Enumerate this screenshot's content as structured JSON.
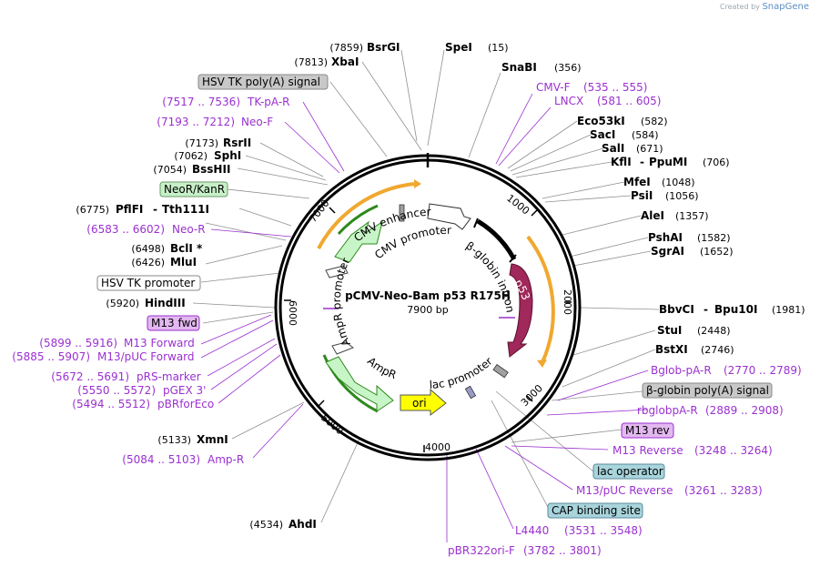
{
  "watermark": {
    "prefix": "Created by",
    "brand": "SnapGene"
  },
  "plasmid": {
    "name": "pCMV-Neo-Bam p53 R175H",
    "size": "7900 bp"
  },
  "ticks": [
    "1000",
    "2000",
    "3000",
    "4000",
    "5000",
    "6000",
    "7000"
  ],
  "sites": [
    {
      "name": "BsrGI",
      "pos": "(7859)"
    },
    {
      "name": "SpeI",
      "pos": "(15)"
    },
    {
      "name": "XbaI",
      "pos": "(7813)"
    },
    {
      "name": "SnaBI",
      "pos": "(356)"
    },
    {
      "name": "Eco53kI",
      "pos": "(582)"
    },
    {
      "name": "SacI",
      "pos": "(584)"
    },
    {
      "name": "SalI",
      "pos": "(671)"
    },
    {
      "name": "KflI",
      "sep": "-",
      "name2": "PpuMI",
      "pos": "(706)"
    },
    {
      "name": "MfeI",
      "pos": "(1048)"
    },
    {
      "name": "PsiI",
      "pos": "(1056)"
    },
    {
      "name": "AleI",
      "pos": "(1357)"
    },
    {
      "name": "PshAI",
      "pos": "(1582)"
    },
    {
      "name": "SgrAI",
      "pos": "(1652)"
    },
    {
      "name": "BbvCI",
      "sep": "-",
      "name2": "Bpu10I",
      "pos": "(1981)"
    },
    {
      "name": "StuI",
      "pos": "(2448)"
    },
    {
      "name": "BstXI",
      "pos": "(2746)"
    },
    {
      "name": "RsrII",
      "pos": "(7173)"
    },
    {
      "name": "SphI",
      "pos": "(7062)"
    },
    {
      "name": "BssHII",
      "pos": "(7054)"
    },
    {
      "name": "PflFI",
      "sep": "-",
      "name2": "Tth111I",
      "pos": "(6775)"
    },
    {
      "name": "BclI *",
      "pos": "(6498)"
    },
    {
      "name": "MluI",
      "pos": "(6426)"
    },
    {
      "name": "HindIII",
      "pos": "(5920)"
    },
    {
      "name": "XmnI",
      "pos": "(5133)"
    },
    {
      "name": "AhdI",
      "pos": "(4534)"
    }
  ],
  "primers": [
    {
      "name": "CMV-F",
      "range": "(535 .. 555)"
    },
    {
      "name": "LNCX",
      "range": "(581 .. 605)"
    },
    {
      "name": "TK-pA-R",
      "range": "(7517 .. 7536)"
    },
    {
      "name": "Neo-F",
      "range": "(7193 .. 7212)"
    },
    {
      "name": "Neo-R",
      "range": "(6583 .. 6602)"
    },
    {
      "name": "M13 Forward",
      "range": "(5899 .. 5916)"
    },
    {
      "name": "M13/pUC Forward",
      "range": "(5885 .. 5907)"
    },
    {
      "name": "pRS-marker",
      "range": "(5672 .. 5691)"
    },
    {
      "name": "pGEX 3'",
      "range": "(5550 .. 5572)"
    },
    {
      "name": "pBRforEco",
      "range": "(5494 .. 5512)"
    },
    {
      "name": "Amp-R",
      "range": "(5084 .. 5103)"
    },
    {
      "name": "Bglob-pA-R",
      "range": "(2770 .. 2789)"
    },
    {
      "name": "rbglobpA-R",
      "range": "(2889 .. 2908)"
    },
    {
      "name": "M13 Reverse",
      "range": "(3248 .. 3264)"
    },
    {
      "name": "M13/pUC Reverse",
      "range": "(3261 .. 3283)"
    },
    {
      "name": "L4440",
      "range": "(3531 .. 3548)"
    },
    {
      "name": "pBR322ori-F",
      "range": "(3782 .. 3801)"
    }
  ],
  "boxed": [
    {
      "label": "HSV TK poly(A) signal"
    },
    {
      "label": "NeoR/KanR"
    },
    {
      "label": "HSV TK promoter"
    },
    {
      "label": "M13 fwd"
    },
    {
      "label": "β-globin poly(A) signal"
    },
    {
      "label": "M13 rev"
    },
    {
      "label": "lac operator"
    },
    {
      "label": "CAP binding site"
    }
  ],
  "features": {
    "cmv_enhancer": "CMV enhancer",
    "cmv_promoter": "CMV promoter",
    "bglobin_intron": "β-globin intron",
    "p53": "p53",
    "lac_promoter": "lac promoter",
    "ori": "ori",
    "ampr": "AmpR",
    "ampr_promoter": "AmpR promoter"
  },
  "colors": {
    "primer": "#9b30d0",
    "neo_box": "#c8f0c8",
    "gray_box": "#c8c8c8",
    "blue_box": "#a8d4dc",
    "purple_box": "#e3b8f0",
    "p53": "#a0285a",
    "ori": "#ffff00",
    "green_arrow": "#c8f5c8",
    "orange_arc": "#f0a830"
  }
}
